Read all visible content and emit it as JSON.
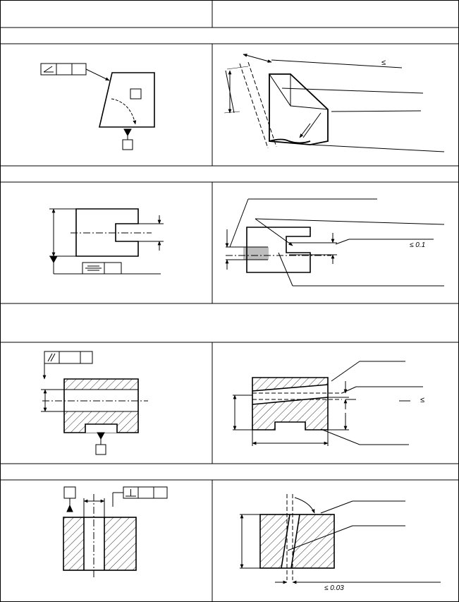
{
  "table": {
    "sections": [
      {
        "id": "angularity",
        "rows": 1
      },
      {
        "id": "symmetry",
        "rows": 1
      },
      {
        "id": "parallelism",
        "rows": 1
      },
      {
        "id": "perpendicularity",
        "rows": 1
      }
    ]
  },
  "annotations": {
    "angularity_le": "≤",
    "symmetry_tol": "≤ 0.1",
    "parallelism_le": "≤",
    "perpendicularity_tol": "≤ 0.03"
  },
  "colors": {
    "line": "#000000",
    "hatch": "#000000",
    "shade": "#bdbdbd"
  }
}
